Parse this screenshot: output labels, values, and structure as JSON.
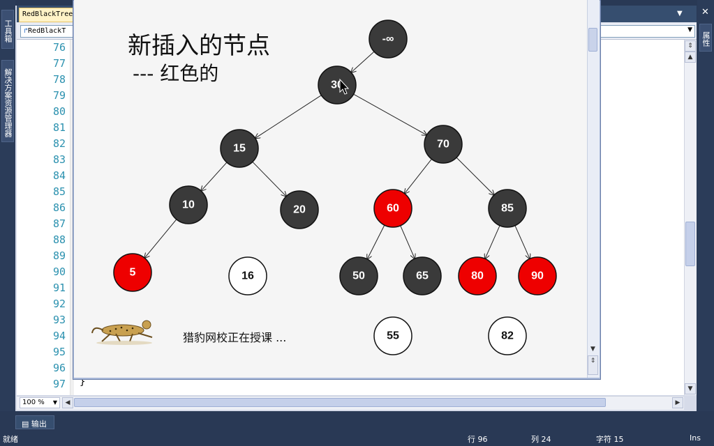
{
  "editor": {
    "doc_tab": "RedBlackTree",
    "nav_combo": "RedBlackT",
    "line_numbers": [
      "76",
      "77",
      "78",
      "79",
      "80",
      "81",
      "82",
      "83",
      "84",
      "85",
      "86",
      "87",
      "88",
      "89",
      "90",
      "91",
      "92",
      "93",
      "94",
      "95",
      "96",
      "97"
    ],
    "code_line_97": "}",
    "zoom": "100 %"
  },
  "left_panel": {
    "toolbox": "工具箱",
    "solution_explorer": "解决方案资源管理器"
  },
  "right_panel": {
    "properties": "属性"
  },
  "output_tab": "输出",
  "status": {
    "ready": "就绪",
    "row": "行 96",
    "col": "列 24",
    "char": "字符 15",
    "mode": "Ins"
  },
  "slide": {
    "title_line1": "新插入的节点",
    "title_line2": "--- 红色的",
    "caption": "猎豹网校正在授课 ..."
  },
  "tree": {
    "nodes": [
      {
        "id": "ninf",
        "label": "-∞",
        "color": "black"
      },
      {
        "id": "n30",
        "label": "30",
        "color": "black"
      },
      {
        "id": "n15",
        "label": "15",
        "color": "black"
      },
      {
        "id": "n70",
        "label": "70",
        "color": "black"
      },
      {
        "id": "n10",
        "label": "10",
        "color": "black"
      },
      {
        "id": "n20",
        "label": "20",
        "color": "black"
      },
      {
        "id": "n60",
        "label": "60",
        "color": "red"
      },
      {
        "id": "n85",
        "label": "85",
        "color": "black"
      },
      {
        "id": "n5",
        "label": "5",
        "color": "red"
      },
      {
        "id": "n16",
        "label": "16",
        "color": "white"
      },
      {
        "id": "n50",
        "label": "50",
        "color": "black"
      },
      {
        "id": "n65",
        "label": "65",
        "color": "black"
      },
      {
        "id": "n80",
        "label": "80",
        "color": "red"
      },
      {
        "id": "n90",
        "label": "90",
        "color": "red"
      },
      {
        "id": "n55",
        "label": "55",
        "color": "white"
      },
      {
        "id": "n82",
        "label": "82",
        "color": "white"
      }
    ],
    "edges": [
      [
        "ninf",
        "n30"
      ],
      [
        "n30",
        "n15"
      ],
      [
        "n30",
        "n70"
      ],
      [
        "n15",
        "n10"
      ],
      [
        "n15",
        "n20"
      ],
      [
        "n10",
        "n5"
      ],
      [
        "n70",
        "n60"
      ],
      [
        "n70",
        "n85"
      ],
      [
        "n60",
        "n50"
      ],
      [
        "n60",
        "n65"
      ],
      [
        "n85",
        "n80"
      ],
      [
        "n85",
        "n90"
      ]
    ],
    "colors": {
      "black": "#3a3a3a",
      "red": "#ee0000",
      "white": "#ffffff"
    }
  }
}
